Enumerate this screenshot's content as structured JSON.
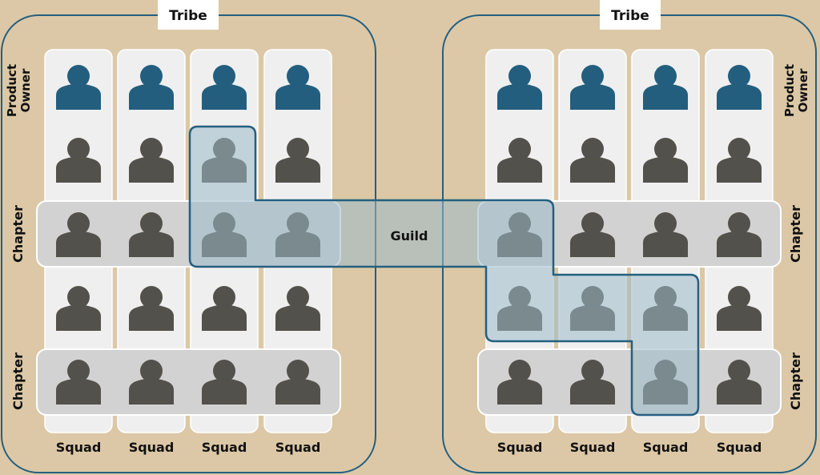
{
  "colors": {
    "background": "#dcc8a6",
    "tribe_border": "#245f80",
    "squad_fill": "#efefef",
    "chapter_fill": "#d2d2d2",
    "product_owner_icon": "#235e7e",
    "member_icon": "#53514b",
    "guild_fill": "#9bb9c8",
    "guild_border": "#245f80"
  },
  "tribes": [
    {
      "label": "Tribe",
      "row_labels": [
        "Product Owner",
        "Chapter",
        "Chapter"
      ],
      "row_label_side": "left",
      "squads": [
        "Squad",
        "Squad",
        "Squad",
        "Squad"
      ]
    },
    {
      "label": "Tribe",
      "row_labels": [
        "Product Owner",
        "Chapter",
        "Chapter"
      ],
      "row_label_side": "right",
      "squads": [
        "Squad",
        "Squad",
        "Squad",
        "Squad"
      ]
    }
  ],
  "guild": {
    "label": "Guild"
  },
  "icons": {
    "product_owner": "person-icon",
    "member": "person-icon"
  }
}
